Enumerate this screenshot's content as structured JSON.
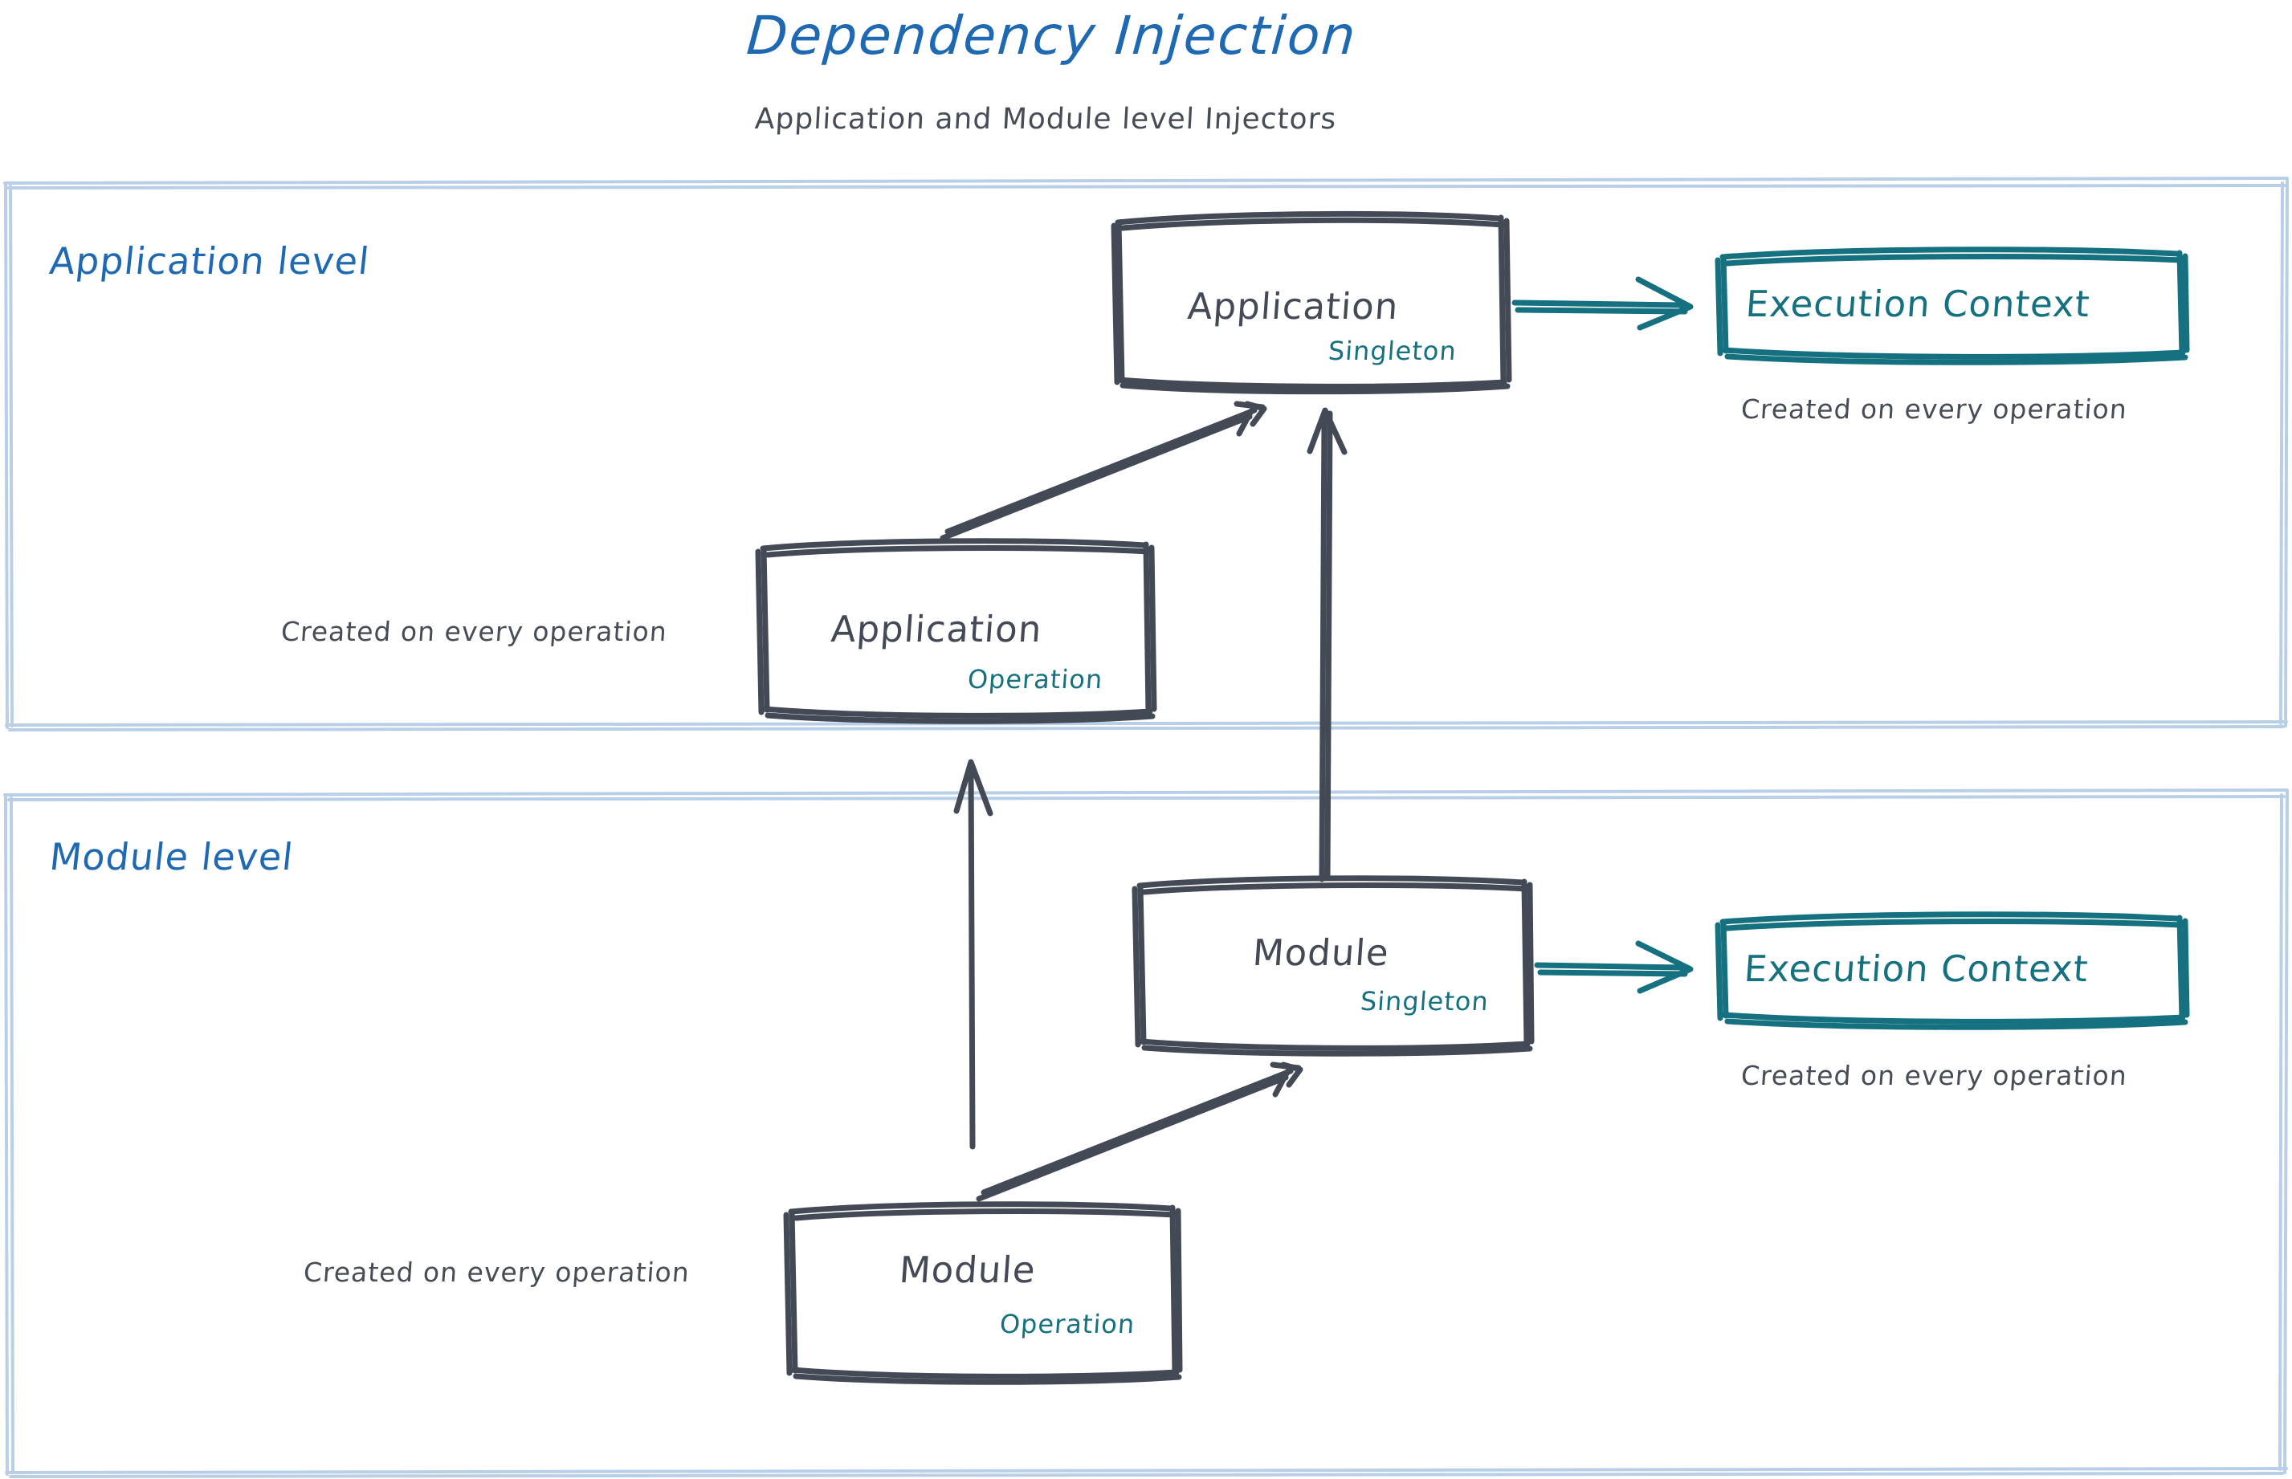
{
  "header": {
    "title": "Dependency Injection",
    "subtitle": "Application and Module level Injectors"
  },
  "colors": {
    "title_blue": "#1f69b3",
    "lane_border": "#b9cfe8",
    "node_stroke": "#434a55",
    "scope_teal": "#157080",
    "caption_gray": "#474d57",
    "background": "#ffffff"
  },
  "lanes": [
    {
      "id": "application-level",
      "label": "Application level",
      "nodes": [
        {
          "id": "application-singleton",
          "title": "Application",
          "scope": "Singleton",
          "style": "node"
        },
        {
          "id": "application-execution-context",
          "title": "Execution Context",
          "scope": "",
          "style": "context",
          "caption": "Created on every operation"
        },
        {
          "id": "application-operation",
          "title": "Application",
          "scope": "Operation",
          "style": "node",
          "caption": "Created on every operation"
        }
      ]
    },
    {
      "id": "module-level",
      "label": "Module level",
      "nodes": [
        {
          "id": "module-singleton",
          "title": "Module",
          "scope": "Singleton",
          "style": "node"
        },
        {
          "id": "module-execution-context",
          "title": "Execution Context",
          "scope": "",
          "style": "context",
          "caption": "Created on every operation"
        },
        {
          "id": "module-operation",
          "title": "Module",
          "scope": "Operation",
          "style": "node",
          "caption": "Created on every operation"
        }
      ]
    }
  ],
  "captions": {
    "app_operation_caption": "Created on every operation",
    "app_context_caption": "Created on every operation",
    "mod_operation_caption": "Created on every operation",
    "mod_context_caption": "Created on every operation"
  },
  "edges": [
    {
      "id": "app-operation-to-app-singleton",
      "from": "application-operation",
      "to": "application-singleton",
      "kind": "double-line",
      "color": "#434a55"
    },
    {
      "id": "app-singleton-to-app-context",
      "from": "application-singleton",
      "to": "application-execution-context",
      "kind": "double-line",
      "color": "#157080"
    },
    {
      "id": "module-singleton-to-app-singleton",
      "from": "module-singleton",
      "to": "application-singleton",
      "kind": "double-line",
      "color": "#434a55"
    },
    {
      "id": "module-operation-to-app-operation",
      "from": "module-operation",
      "to": "application-operation",
      "kind": "single-line",
      "color": "#434a55"
    },
    {
      "id": "module-operation-to-module-singleton",
      "from": "module-operation",
      "to": "module-singleton",
      "kind": "double-line",
      "color": "#434a55"
    },
    {
      "id": "module-singleton-to-module-context",
      "from": "module-singleton",
      "to": "module-execution-context",
      "kind": "double-line",
      "color": "#157080"
    }
  ]
}
